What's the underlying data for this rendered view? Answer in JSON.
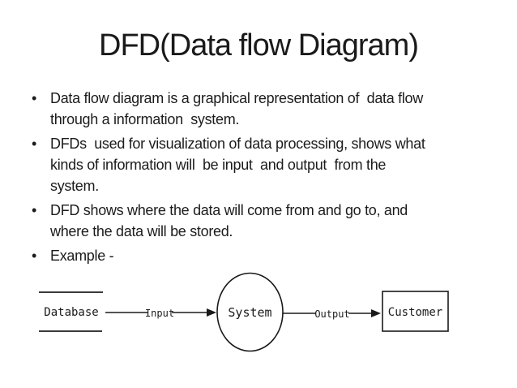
{
  "slide": {
    "title": "DFD(Data flow Diagram)",
    "bullets": [
      "Data flow diagram is a graphical representation of  data flow\nthrough a information  system.",
      "DFDs  used for visualization of data processing, shows what\nkinds of information will  be input  and output  from the\nsystem.",
      "DFD shows where the data will come from and go to, and\nwhere the data will be stored.",
      "Example -"
    ]
  },
  "diagram": {
    "nodes": [
      {
        "id": "database",
        "type": "data-store",
        "label": "Database"
      },
      {
        "id": "system",
        "type": "process",
        "label": "System"
      },
      {
        "id": "customer",
        "type": "external-entity",
        "label": "Customer"
      }
    ],
    "flows": [
      {
        "from": "database",
        "to": "system",
        "label": "Input"
      },
      {
        "from": "system",
        "to": "customer",
        "label": "Output"
      }
    ]
  },
  "colors": {
    "background": "#ffffff",
    "text": "#1c1c1c",
    "diagram_stroke": "#1a1a1a",
    "datastore_line": "#3a3a3a"
  }
}
